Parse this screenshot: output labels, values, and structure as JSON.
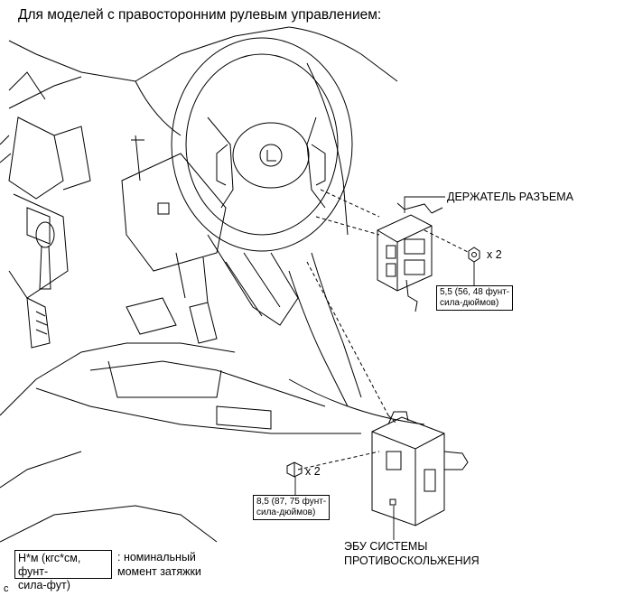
{
  "title": "Для моделей с правосторонним рулевым управлением:",
  "labels": {
    "connector_holder": "ДЕРЖАТЕЛЬ РАЗЪЕМА",
    "ecu_line1": "ЭБУ СИСТЕМЫ",
    "ecu_line2": "ПРОТИВОСКОЛЬЖЕНИЯ"
  },
  "fasteners": {
    "nut_qty": "x 2",
    "bolt_qty": "x 2"
  },
  "torque": {
    "nut_line1": "5,5 (56, 48 фунт-",
    "nut_line2": "сила-дюймов)",
    "bolt_line1": "8,5 (87, 75 фунт-",
    "bolt_line2": "сила-дюймов)"
  },
  "legend": {
    "unit_line1": "Н*м (кгс*см, фунт-",
    "unit_line2": "сила-фут)",
    "desc_line1": ": номинальный",
    "desc_line2": "момент затяжки"
  },
  "corner_mark": "c"
}
